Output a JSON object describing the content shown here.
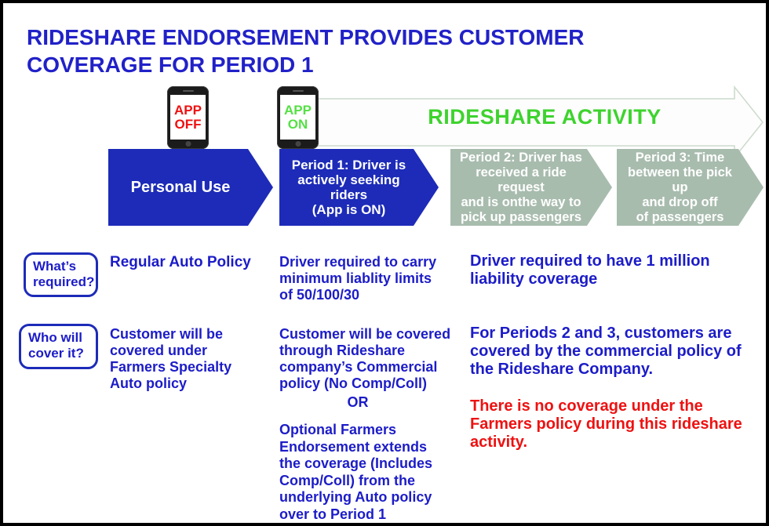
{
  "page": {
    "title": "RIDESHARE ENDORSEMENT PROVIDES CUSTOMER\nCOVERAGE FOR PERIOD 1"
  },
  "timeline": {
    "app_off_phone": "APP\nOFF",
    "app_on_phone": "APP\nON",
    "activity_label": "RIDESHARE ACTIVITY",
    "stages": [
      {
        "label": "Personal Use"
      },
      {
        "label": "Period 1: Driver is\nactively seeking riders\n(App is ON)"
      },
      {
        "label": "Period 2: Driver has\nreceived a ride request\nand is onthe way to\npick up passengers"
      },
      {
        "label": "Period 3: Time\nbetween the pick up\nand drop off\nof passengers"
      }
    ]
  },
  "rows": {
    "required": {
      "label": "What’s\nrequired?",
      "personal": "Regular Auto Policy",
      "period1": "Driver required to carry\nminimum liablity limits\nof 50/100/30",
      "periods23": "Driver required to have 1 million\nliability coverage"
    },
    "cover": {
      "label": "Who will\ncover it?",
      "personal": "Customer will be\ncovered under\nFarmers Specialty\nAuto policy",
      "period1_option_a": "Customer will be covered\nthrough Rideshare\ncompany’s Commercial\npolicy (No Comp/Coll)",
      "or_separator": "OR",
      "period1_option_b": "Optional Farmers\nEndorsement extends\nthe coverage (Includes\nComp/Coll) from the\nunderlying Auto policy\nover to Period 1",
      "periods23": "For Periods 2 and 3, customers are\ncovered by the commercial policy of\nthe Rideshare Company.",
      "periods23_warning": "There is no coverage under the\nFarmers policy during this rideshare\nactivity."
    }
  },
  "colors": {
    "title_blue": "#2121c8",
    "body_blue": "#1c1cc8",
    "stage_blue": "#1d2bb8",
    "stage_gray": "#a8bcae",
    "activity_green": "#3ed32e",
    "app_on_green": "#55e045",
    "app_off_red": "#ee1111",
    "warning_red": "#ee1111"
  }
}
